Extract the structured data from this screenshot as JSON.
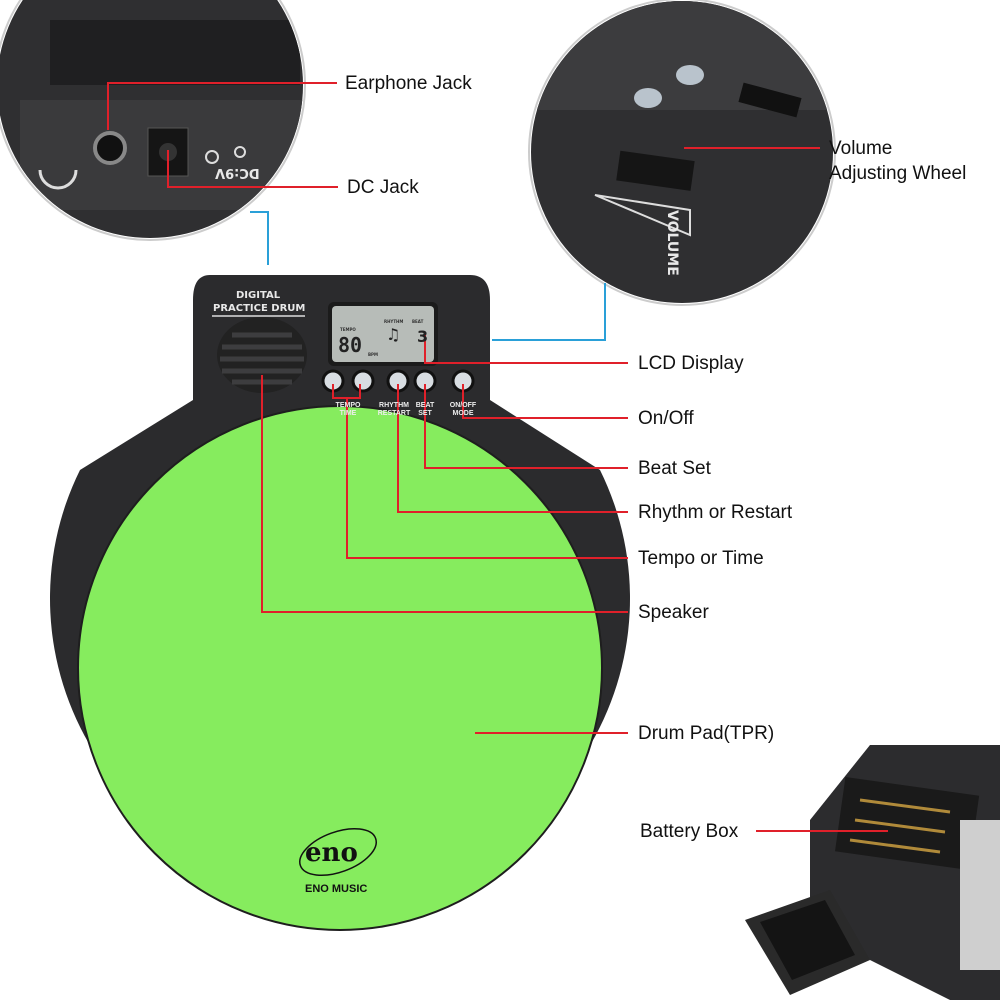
{
  "title": "Digital Practice Drum parts diagram",
  "device": {
    "brand_title_line1": "DIGITAL",
    "brand_title_line2": "PRACTICE DRUM",
    "lcd": {
      "tempo_tag": "TEMPO",
      "tempo_value": "80",
      "tempo_unit": "BPM",
      "rhythm_tag": "RHYTHM",
      "beat_tag": "BEAT",
      "beat_value": "3"
    },
    "buttons": [
      {
        "label": "TEMPO"
      },
      {
        "label": "TIME"
      },
      {
        "label": "RHYTHM RESTART"
      },
      {
        "label": "BEAT SET"
      },
      {
        "label": "ON/OFF MODE"
      }
    ],
    "logo_text": "eno",
    "logo_caption": "ENO MUSIC",
    "pad_color": "#86ec5e",
    "body_color": "#2b2b2d"
  },
  "inset_text": {
    "dc": "DC:9V",
    "volume": "VOLUME"
  },
  "callouts": {
    "earphone_jack": "Earphone Jack",
    "dc_jack": "DC Jack",
    "volume_wheel_line1": "Volume",
    "volume_wheel_line2": "Adjusting Wheel",
    "lcd_display": "LCD Display",
    "on_off": "On/Off",
    "beat_set": "Beat Set",
    "rhythm_restart": "Rhythm or Restart",
    "tempo_time": "Tempo or Time",
    "speaker": "Speaker",
    "drum_pad": "Drum Pad(TPR)",
    "battery_box": "Battery Box"
  },
  "colors": {
    "leader_red": "#e0202a",
    "leader_blue": "#2aa0d8"
  }
}
